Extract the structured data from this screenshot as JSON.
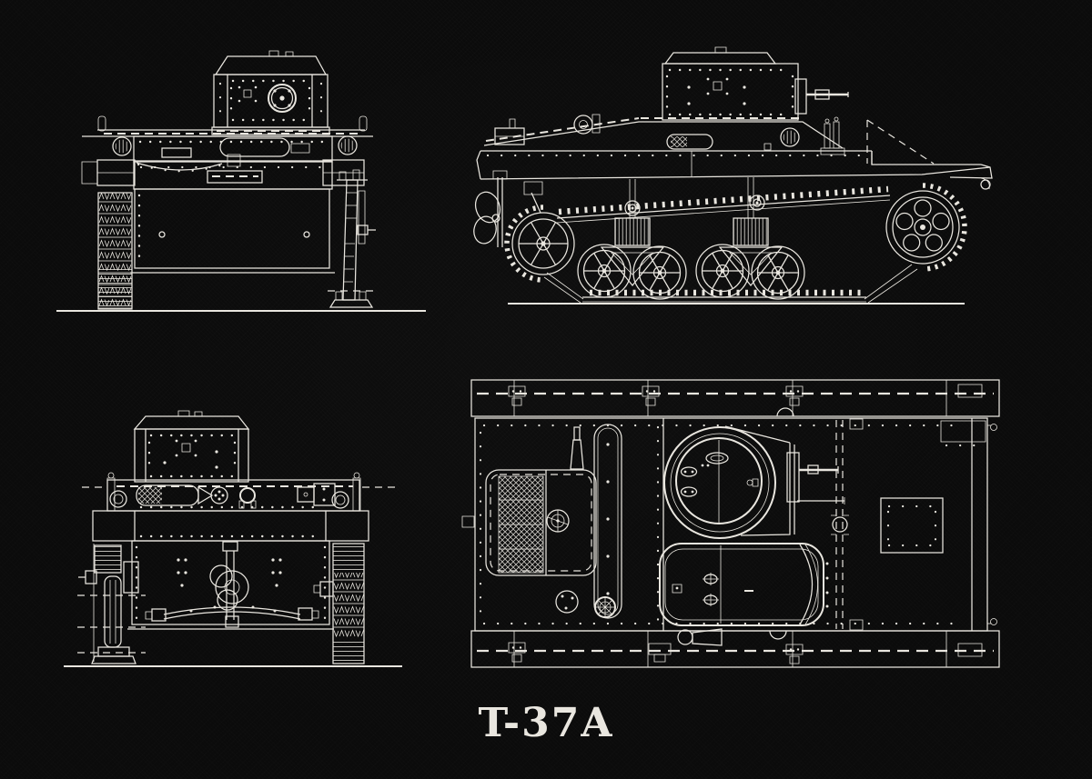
{
  "title": {
    "text": "T-37A"
  },
  "colors": {
    "background": "#0b0b0b",
    "line": "#e9e6df"
  },
  "artwork": {
    "views": [
      {
        "name": "front-view"
      },
      {
        "name": "side-view"
      },
      {
        "name": "rear-view"
      },
      {
        "name": "top-plan-view"
      }
    ]
  }
}
